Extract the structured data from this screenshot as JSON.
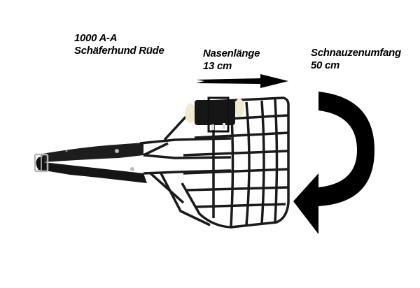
{
  "product": {
    "model": "1000 A-A",
    "breed": "Schäferhund Rüde"
  },
  "measurements": {
    "nose_length": {
      "label": "Nasenlänge",
      "value": "13 cm"
    },
    "snout_circumference": {
      "label": "Schnauzenumfang",
      "value": "50 cm"
    }
  },
  "colors": {
    "background": "#ffffff",
    "text": "#000000",
    "muzzle": "#1a1a1a",
    "padding": "#f1ead0",
    "buckle": "#b8b8b8"
  }
}
